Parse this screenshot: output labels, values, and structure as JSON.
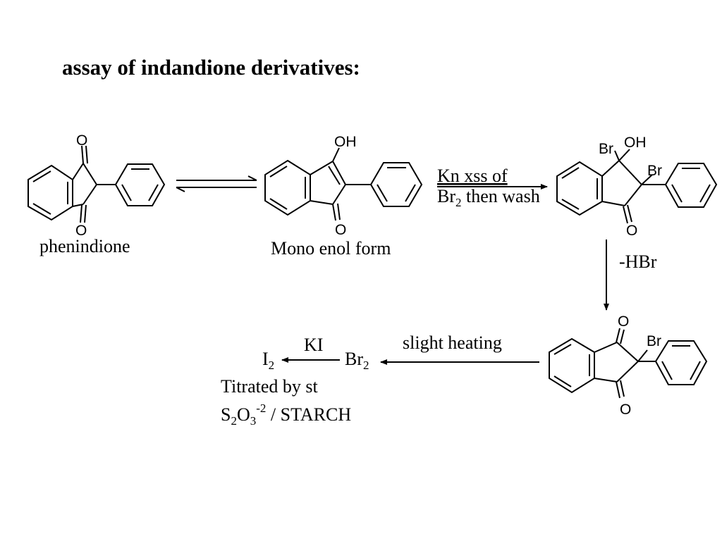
{
  "title": "assay of indandione derivatives:",
  "compounds": {
    "phenindione": {
      "name": "phenindione",
      "atoms": {
        "o_top": "O",
        "o_bottom": "O"
      }
    },
    "enol": {
      "name": "Mono enol form",
      "atoms": {
        "oh": "OH",
        "o_bottom": "O"
      }
    },
    "bromo_adduct": {
      "atoms": {
        "br1": "Br",
        "oh": "OH",
        "br2": "Br",
        "o_bottom": "O"
      }
    },
    "bromo_dione": {
      "atoms": {
        "o_top": "O",
        "br": "Br",
        "o_bottom": "O"
      }
    }
  },
  "reagents": {
    "step2_line1": "Kn xss of",
    "step2_line2_br": "Br",
    "step2_line2_sub": "2",
    "step2_line2_rest": " then wash",
    "step3": "-HBr",
    "step4": "slight heating",
    "step5": "KI",
    "br2_main": "Br",
    "br2_sub": "2",
    "i2_main": "I",
    "i2_sub": "2",
    "titration_line1": "Titrated by st",
    "s_main": "S",
    "s_sub": "2",
    "o_main": "O",
    "o_sub": "3",
    "charge_sup": "-2",
    "starch_text": " / STARCH"
  }
}
